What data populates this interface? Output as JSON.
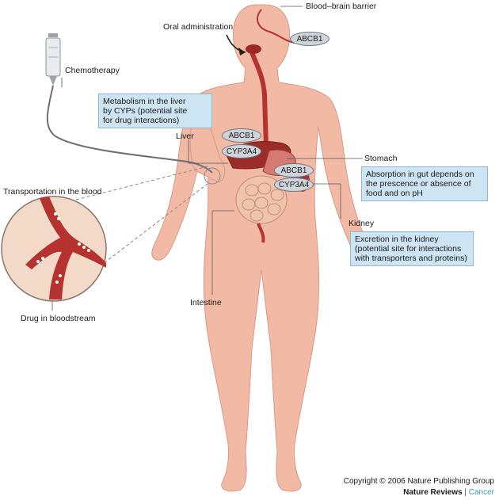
{
  "labels": {
    "blood_brain_barrier": "Blood–brain barrier",
    "oral_administration": "Oral administration",
    "chemotherapy": "Chemotherapy",
    "liver": "Liver",
    "stomach": "Stomach",
    "kidney": "Kidney",
    "intestine": "Intestine",
    "transportation_in_blood": "Transportation in the blood",
    "drug_in_bloodstream": "Drug in bloodstream"
  },
  "boxes": {
    "liver_metabolism": [
      "Metabolism in the liver",
      "by CYPs (potential site",
      "for drug interactions)"
    ],
    "gut_absorption": [
      "Absorption in gut depends on",
      "the prescence or absence of",
      "food and on pH"
    ],
    "kidney_excretion": [
      "Excretion in the kidney",
      "(potential site for interactions",
      "with transporters and proteins)"
    ]
  },
  "pills": {
    "abcb1_brain": "ABCB1",
    "abcb1_liver": "ABCB1",
    "cyp3a4_liver": "CYP3A4",
    "abcb1_gut": "ABCB1",
    "cyp3a4_gut": "CYP3A4"
  },
  "credit": {
    "copyright": "Copyright © 2006 Nature Publishing Group",
    "journal": "Nature Reviews",
    "separator": "|",
    "section": "Cancer"
  },
  "colors": {
    "skin": "#f2b9a4",
    "blood": "#b5322f",
    "info_box": "#cde4f2",
    "cancer_accent": "#2fa3b8"
  }
}
